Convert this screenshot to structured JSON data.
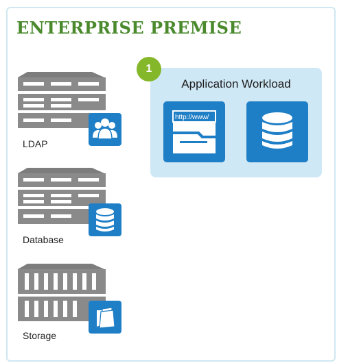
{
  "title": "ENTERPRISE PREMISE",
  "servers": [
    {
      "label": "LDAP",
      "badge_icon": "users-icon"
    },
    {
      "label": "Database",
      "badge_icon": "database-icon"
    },
    {
      "label": "Storage",
      "badge_icon": "folder-icon"
    }
  ],
  "workload": {
    "step_number": "1",
    "title": "Application Workload",
    "browser_url": "http://www/",
    "tiles": [
      "browser-window-icon",
      "database-icon"
    ]
  },
  "colors": {
    "title_green": "#4a8a2d",
    "step_green": "#85b72a",
    "icon_blue": "#1f7fc6",
    "panel_blue": "#cfe8f6",
    "server_gray": "#8a8a8a"
  }
}
